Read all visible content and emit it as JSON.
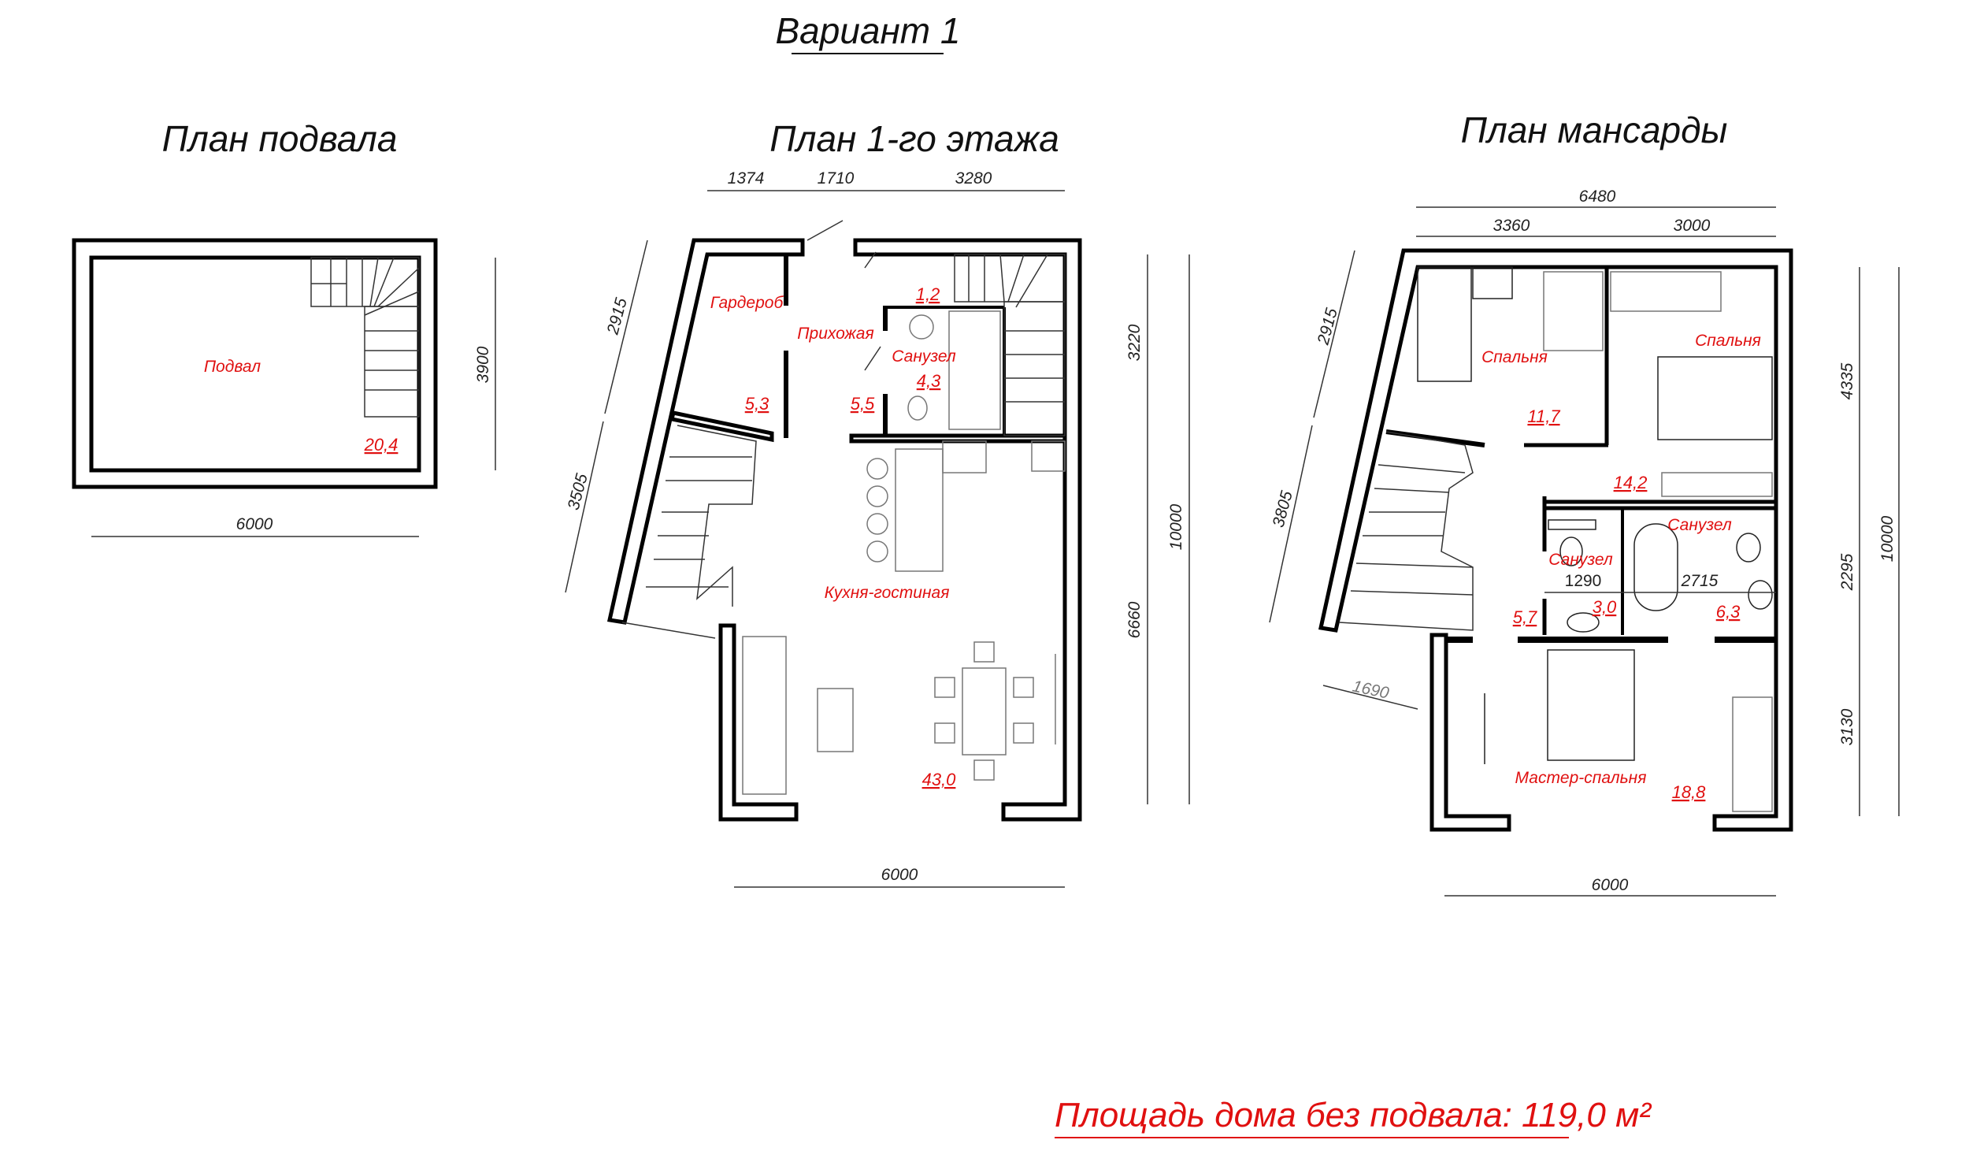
{
  "header": {
    "variant_title": "Вариант 1"
  },
  "basement": {
    "title": "План подвала",
    "room_label": "Подвал",
    "room_area": "20,4",
    "dim_width": "6000",
    "dim_height": "3900"
  },
  "first_floor": {
    "title": "План 1-го этажа",
    "dims_top": [
      "1374",
      "1710",
      "3280"
    ],
    "dims_right": [
      "3220",
      "10000",
      "6660"
    ],
    "dims_slant": [
      "2915",
      "3505"
    ],
    "dim_bottom": "6000",
    "rooms": [
      {
        "label": "Гардероб",
        "area": "5,3"
      },
      {
        "label": "Прихожая",
        "area": "5,5"
      },
      {
        "label": "Санузел",
        "area": "4,3"
      },
      {
        "label": "",
        "area": "1,2"
      },
      {
        "label": "Кухня-гостиная",
        "area": "43,0"
      }
    ]
  },
  "attic": {
    "title": "План мансарды",
    "dim_top_total": "6480",
    "dims_top": [
      "3360",
      "3000"
    ],
    "dims_right": [
      "4335",
      "2295",
      "3130",
      "10000"
    ],
    "dims_slant": [
      "2915",
      "3805",
      "1690"
    ],
    "dims_inner": [
      "1290",
      "2715"
    ],
    "dim_bottom": "6000",
    "rooms": [
      {
        "label": "Спальня",
        "area": "11,7"
      },
      {
        "label": "Спальня",
        "area": "14,2"
      },
      {
        "label": "Санузел",
        "area": "6,3"
      },
      {
        "label": "Санузел",
        "area": "3,0"
      },
      {
        "label": "",
        "area": "5,7"
      },
      {
        "label": "Мастер-спальня",
        "area": "18,8"
      }
    ]
  },
  "footer": {
    "total_area": "Площадь дома без подвала: 119,0 м²"
  },
  "colors": {
    "accent": "#e01010",
    "lines": "#000000"
  }
}
